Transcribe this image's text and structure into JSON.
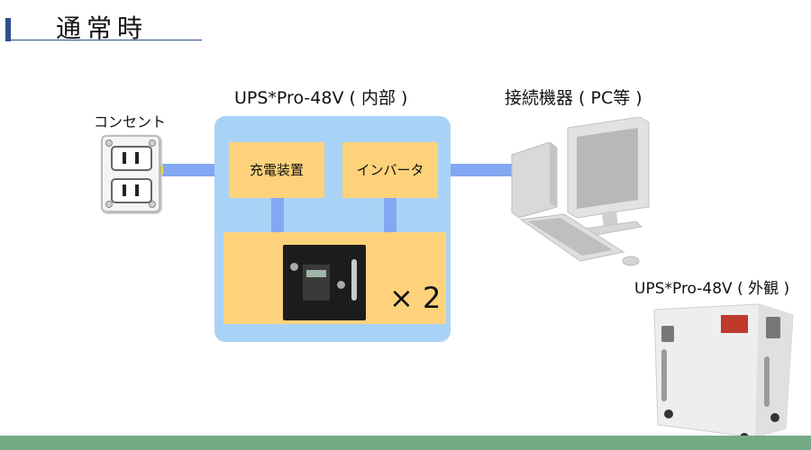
{
  "heading": "通常時",
  "ups_internal_title": "UPS*Pro-48V ( 内部 )",
  "device_title": "接続機器 ( PC等 )",
  "outlet_label": "コンセント",
  "charger_label": "充電装置",
  "inverter_label": "インバータ",
  "battery_multiplier": "× 2",
  "ups_external_title": "UPS*Pro-48V ( 外観 )",
  "colors": {
    "ups_box": "#a9d3f6",
    "component": "#fdd27a",
    "connector": "#83a8f1",
    "footer": "#74aa84"
  }
}
